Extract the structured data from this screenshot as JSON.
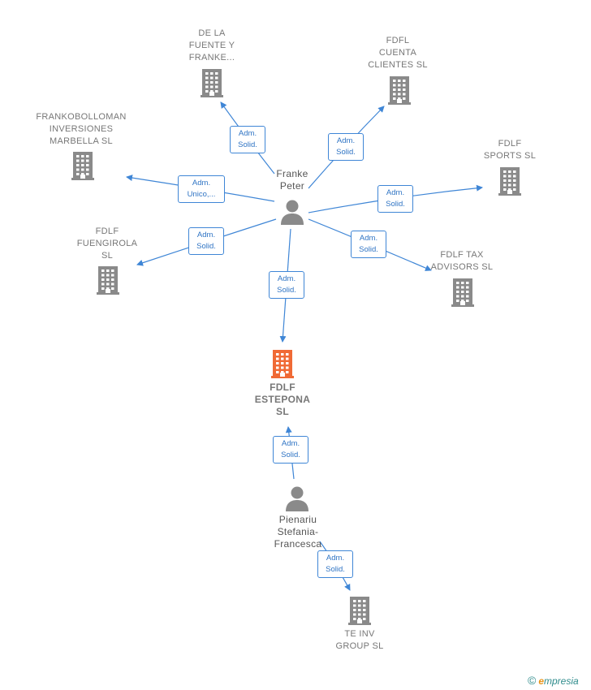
{
  "colors": {
    "edge": "#3f86d6",
    "company": "#8a8a8a",
    "focus": "#f06a35",
    "person": "#8a8a8a"
  },
  "companies": [
    {
      "id": "de-la-fuente",
      "label": "DE LA\nFUENTE Y\nFRANKE..."
    },
    {
      "id": "fdfl-cuenta",
      "label": "FDFL\nCUENTA\nCLIENTES  SL"
    },
    {
      "id": "frankobolloman",
      "label": "FRANKOBOLLOMAN\nINVERSIONES\nMARBELLA  SL"
    },
    {
      "id": "fdlf-sports",
      "label": "FDLF\nSPORTS  SL"
    },
    {
      "id": "fdlf-fuengirola",
      "label": "FDLF\nFUENGIROLA\nSL"
    },
    {
      "id": "fdlf-tax",
      "label": "FDLF TAX\nADVISORS  SL"
    },
    {
      "id": "fdlf-estepona",
      "label": "FDLF\nESTEPONA\nSL"
    },
    {
      "id": "te-inv",
      "label": "TE INV\nGROUP  SL"
    }
  ],
  "persons": [
    {
      "id": "franke-peter",
      "label": "Franke\nPeter"
    },
    {
      "id": "pienariu",
      "label": "Pienariu\nStefania-\nFrancesca"
    }
  ],
  "edges": [
    {
      "id": "e1",
      "label": "Adm.\nSolid."
    },
    {
      "id": "e2",
      "label": "Adm.\nSolid."
    },
    {
      "id": "e3",
      "label": "Adm.\nUnico,..."
    },
    {
      "id": "e4",
      "label": "Adm.\nSolid."
    },
    {
      "id": "e5",
      "label": "Adm.\nSolid."
    },
    {
      "id": "e6",
      "label": "Adm.\nSolid."
    },
    {
      "id": "e7",
      "label": "Adm.\nSolid."
    },
    {
      "id": "e8",
      "label": "Adm.\nSolid."
    },
    {
      "id": "e9",
      "label": "Adm.\nSolid."
    }
  ],
  "footer": {
    "copyright": "©",
    "brand_initial": "e",
    "brand_rest": "mpresia"
  }
}
